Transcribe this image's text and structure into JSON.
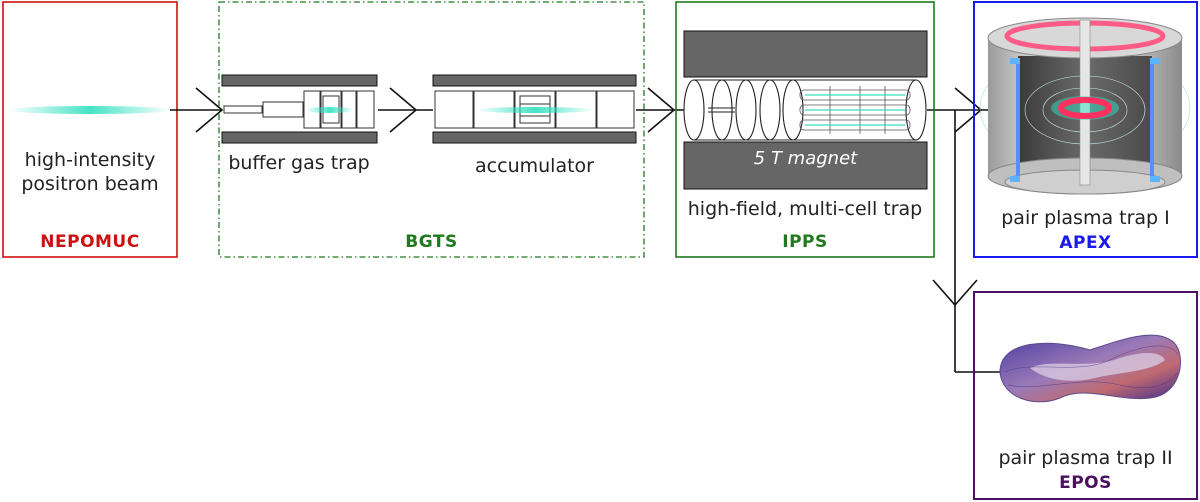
{
  "colors": {
    "nepomuc": "#cc1111",
    "bgts": "#1f7a1f",
    "ipps": "#1f7a1f",
    "apex": "#1a1aee",
    "epos": "#4b1060",
    "beam": "#30e0c0",
    "magnet": "#666666"
  },
  "nepomuc": {
    "label_line1": "high-intensity",
    "label_line2": "positron beam",
    "name": "NEPOMUC"
  },
  "bgts": {
    "buffer_label": "buffer gas trap",
    "accumulator_label": "accumulator",
    "name": "BGTS"
  },
  "ipps": {
    "magnet_label": "5 T magnet",
    "trap_label": "high-field, multi-cell trap",
    "name": "IPPS"
  },
  "apex": {
    "trap_label": "pair plasma trap I",
    "name": "APEX"
  },
  "epos": {
    "trap_label": "pair plasma trap II",
    "name": "EPOS"
  }
}
